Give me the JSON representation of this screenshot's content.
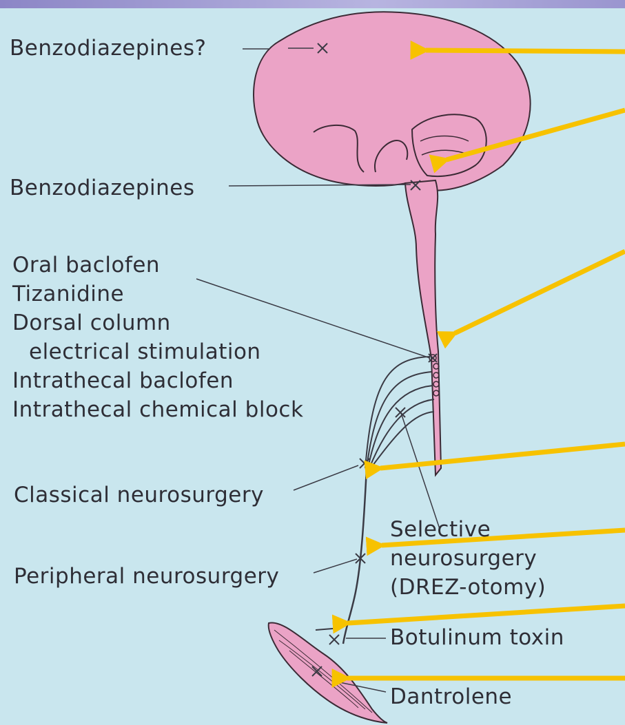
{
  "labels": {
    "benzo_q": "Benzodiazepines?",
    "benzo": "Benzodiazepines",
    "oral_baclofen": "Oral baclofen",
    "tizanidine": "Tizanidine",
    "dorsal_column": "Dorsal column",
    "electrical_stim": "electrical stimulation",
    "intrathecal_baclofen": "Intrathecal baclofen",
    "intrathecal_block": "Intrathecal chemical block",
    "classical": "Classical neurosurgery",
    "selective": "Selective",
    "selective_neuro": "neurosurgery",
    "drez": "(DREZ-otomy)",
    "peripheral": "Peripheral neurosurgery",
    "botulinum": "Botulinum toxin",
    "dantrolene": "Dantrolene"
  },
  "colors": {
    "background": "#c9e6ee",
    "anatomy_fill": "#eba3c6",
    "anatomy_stroke": "#3b2a35",
    "arrow": "#f7c200",
    "line": "#3a3a44",
    "text": "#2e2e36"
  },
  "icons": {
    "cross_mark": "x-mark-icon",
    "arrow": "yellow-arrow-icon"
  }
}
